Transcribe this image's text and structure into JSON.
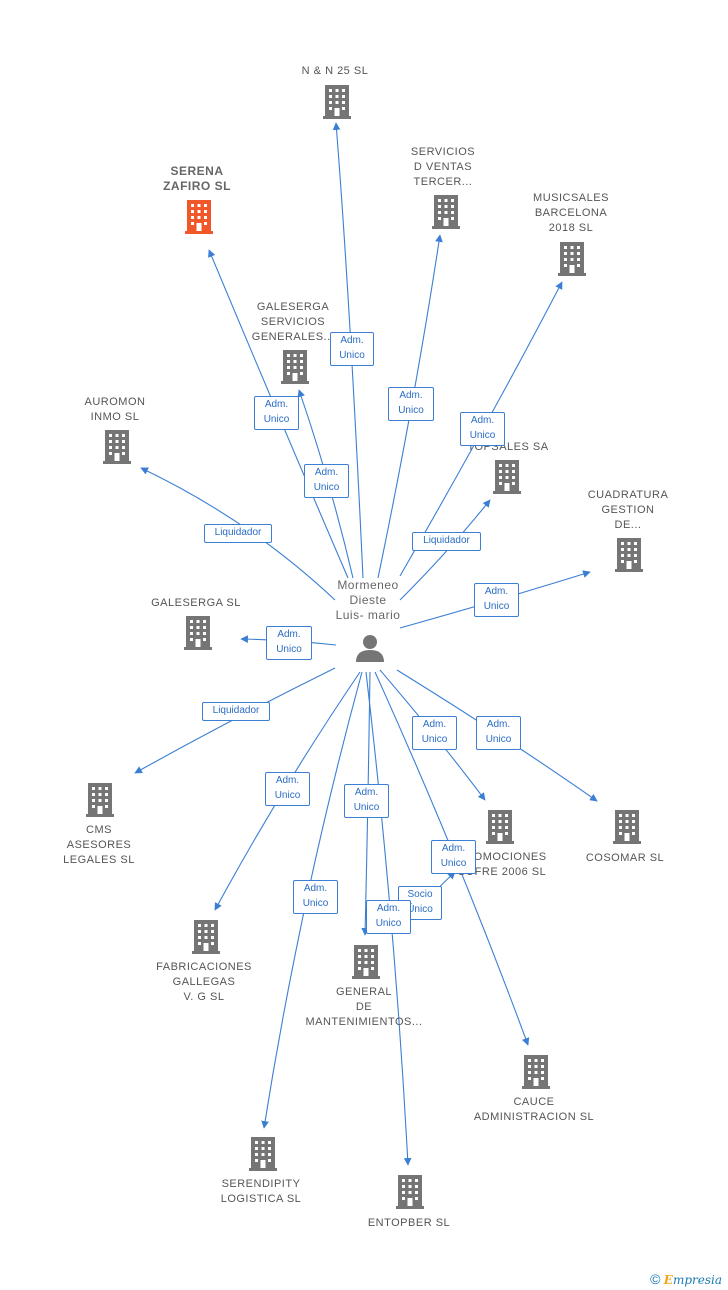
{
  "center": {
    "label": "Mormeneo\nDieste\nLuis- mario"
  },
  "colors": {
    "edge": "#3b7fd4",
    "building": "#757575",
    "primary": "#f0582a",
    "person": "#757575"
  },
  "nodes": [
    {
      "id": "n1",
      "label": "N & N 25  SL",
      "icon": "building-icon"
    },
    {
      "id": "n2",
      "label": "SERENA\nZAFIRO  SL",
      "icon": "building-icon",
      "primary": true
    },
    {
      "id": "n3",
      "label": "SERVICIOS\nD VENTAS\nTERCER...",
      "icon": "building-icon"
    },
    {
      "id": "n4",
      "label": "MUSICSALES\nBARCELONA\n2018  SL",
      "icon": "building-icon"
    },
    {
      "id": "n5",
      "label": "GALESERGA\nSERVICIOS\nGENERALES...",
      "icon": "building-icon"
    },
    {
      "id": "n6",
      "label": "AUROMON\nINMO  SL",
      "icon": "building-icon"
    },
    {
      "id": "n7",
      "label": "TOPSALES SA",
      "icon": "building-icon"
    },
    {
      "id": "n8",
      "label": "CUADRATURA\nGESTION\nDE...",
      "icon": "building-icon"
    },
    {
      "id": "n9",
      "label": "GALESERGA SL",
      "icon": "building-icon"
    },
    {
      "id": "n10",
      "label": "CMS\nASESORES\nLEGALES SL",
      "icon": "building-icon"
    },
    {
      "id": "n11",
      "label": "PROMOCIONES\nSOFRE 2006 SL",
      "icon": "building-icon"
    },
    {
      "id": "n12",
      "label": "COSOMAR SL",
      "icon": "building-icon"
    },
    {
      "id": "n13",
      "label": "FABRICACIONES\nGALLEGAS\nV.  G SL",
      "icon": "building-icon"
    },
    {
      "id": "n14",
      "label": "GENERAL\nDE\nMANTENIMIENTOS...",
      "icon": "building-icon"
    },
    {
      "id": "n15",
      "label": "CAUCE\nADMINISTRACION SL",
      "icon": "building-icon"
    },
    {
      "id": "n16",
      "label": "SERENDIPITY\nLOGISTICA  SL",
      "icon": "building-icon"
    },
    {
      "id": "n17",
      "label": "ENTOPBER  SL",
      "icon": "building-icon"
    }
  ],
  "edge_labels": [
    {
      "target": "n1",
      "text": "Adm.\nUnico"
    },
    {
      "target": "n3",
      "text": "Adm.\nUnico"
    },
    {
      "target": "n2",
      "text": "Adm.\nUnico"
    },
    {
      "target": "n4",
      "text": "Adm.\nUnico"
    },
    {
      "target": "n5",
      "text": "Adm.\nUnico"
    },
    {
      "target": "n6",
      "text": "Liquidador"
    },
    {
      "target": "n7",
      "text": "Liquidador"
    },
    {
      "target": "n8",
      "text": "Adm.\nUnico"
    },
    {
      "target": "n9",
      "text": "Adm.\nUnico"
    },
    {
      "target": "n10",
      "text": "Liquidador"
    },
    {
      "target": "n11",
      "text": "Adm.\nUnico"
    },
    {
      "target": "n12",
      "text": "Adm.\nUnico"
    },
    {
      "target": "n13",
      "text": "Adm.\nUnico"
    },
    {
      "target": "n14",
      "text": "Adm.\nUnico"
    },
    {
      "target": "n16",
      "text": "Adm.\nUnico"
    },
    {
      "target": "n15",
      "text": "Adm.\nUnico"
    },
    {
      "target": "n15",
      "text": "Socio\nÚnico"
    },
    {
      "target": "n17",
      "text": "Adm.\nUnico"
    }
  ],
  "footer": {
    "copyright": "©",
    "brand_initial": "E",
    "brand_rest": "mpresia"
  }
}
